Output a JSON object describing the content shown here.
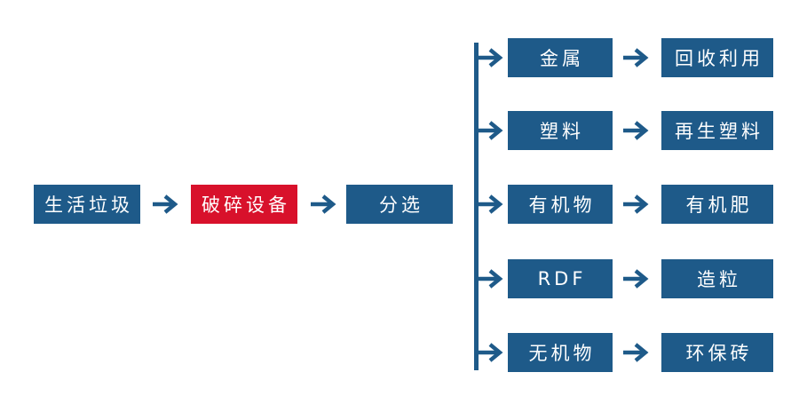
{
  "colors": {
    "primary_blue": "#1E5A89",
    "accent_red": "#D8112B",
    "node_text": "#FFFFFF",
    "background": "#FFFFFF"
  },
  "main_flow": {
    "nodes": [
      {
        "label": "生活垃圾",
        "color": "blue"
      },
      {
        "label": "破碎设备",
        "color": "red"
      },
      {
        "label": "分选",
        "color": "blue"
      }
    ]
  },
  "branches": [
    {
      "source": "金属",
      "target": "回收利用"
    },
    {
      "source": "塑料",
      "target": "再生塑料"
    },
    {
      "source": "有机物",
      "target": "有机肥"
    },
    {
      "source": "RDF",
      "target": "造粒"
    },
    {
      "source": "无机物",
      "target": "环保砖"
    }
  ],
  "icons": {
    "arrow_right": "→"
  }
}
